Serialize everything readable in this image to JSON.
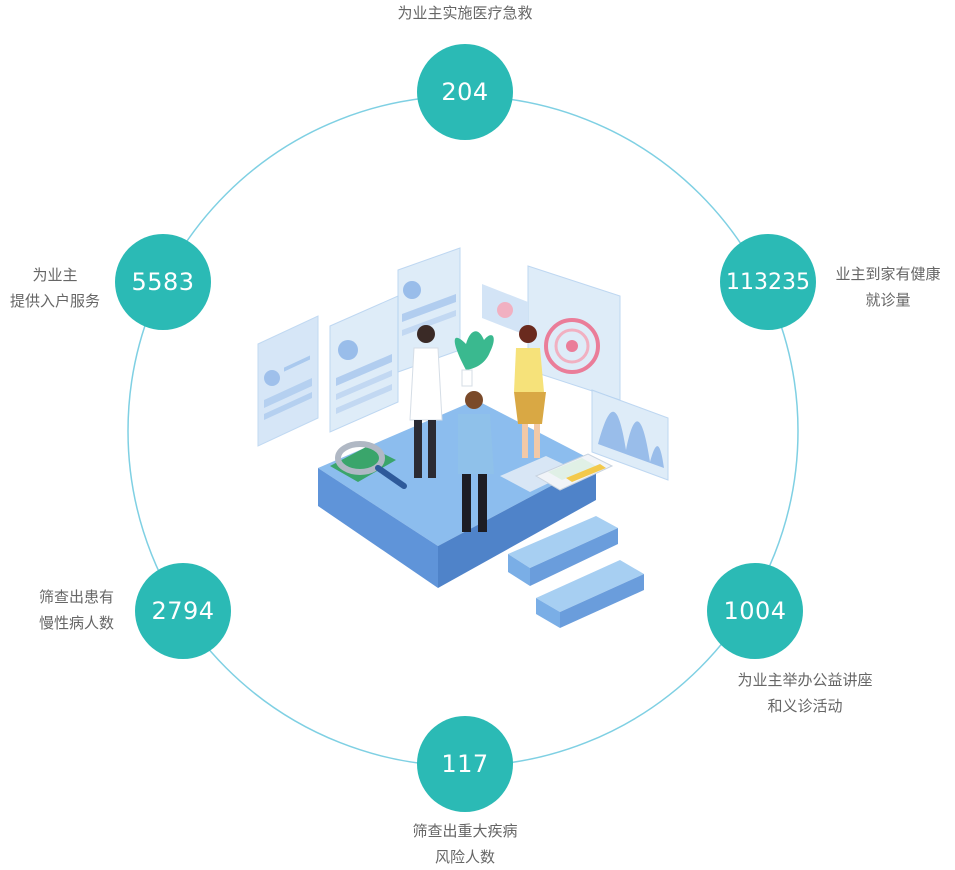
{
  "colors": {
    "ring": "#7fd0e3",
    "stat_circle": "#2bbab5",
    "stat_text": "#ffffff",
    "label_text": "#666666",
    "platform": "#6ea3e3",
    "panel": "#cfe2f6"
  },
  "stats": [
    {
      "value": "204",
      "label": [
        "为业主实施医疗急救"
      ]
    },
    {
      "value": "113235",
      "label": [
        "业主到家有健康",
        "就诊量"
      ]
    },
    {
      "value": "1004",
      "label": [
        "为业主举办公益讲座",
        "和义诊活动"
      ]
    },
    {
      "value": "117",
      "label": [
        "筛查出重大疾病",
        "风险人数"
      ]
    },
    {
      "value": "2794",
      "label": [
        "筛查出患有",
        "慢性病人数"
      ]
    },
    {
      "value": "5583",
      "label": [
        "为业主",
        "提供入户服务"
      ]
    }
  ],
  "center_illustration": "isometric-medical-data-platform"
}
